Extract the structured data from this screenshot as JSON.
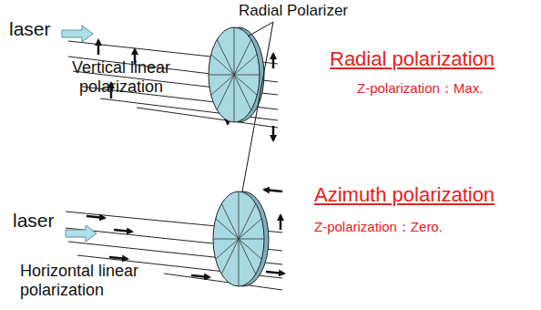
{
  "diagram": {
    "labels": [
      "Radial Polarizer",
      "laser",
      "Vertical linear polarization",
      "Radial polarization",
      "Z-polarization：Max.",
      "laser",
      "Horizontal linear polarization",
      "Azimuth polarization",
      "Z-polarization：Zero."
    ]
  }
}
